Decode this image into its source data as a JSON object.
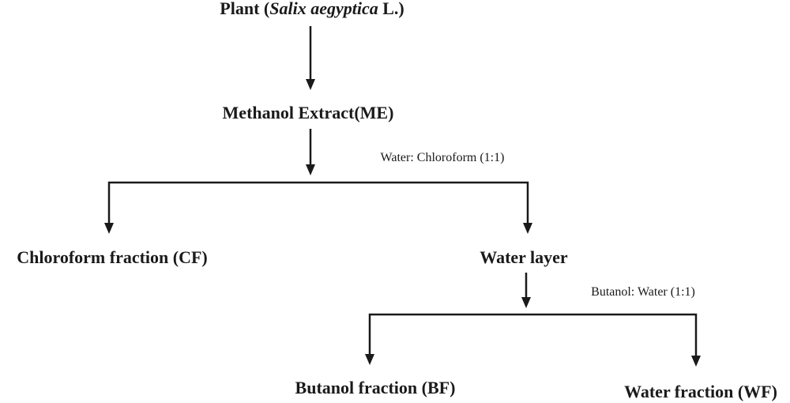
{
  "nodes": {
    "plant": {
      "prefix": "Plant (",
      "species": "Salix aegyptica",
      "suffix": " L.)"
    },
    "methanol_extract": "Methanol Extract(ME)",
    "chloroform_fraction": "Chloroform fraction (CF)",
    "water_layer": "Water layer",
    "butanol_fraction": "Butanol fraction (BF)",
    "water_fraction": "Water fraction (WF)"
  },
  "solvents": {
    "first_partition": "Water: Chloroform (1:1)",
    "second_partition": "Butanol: Water (1:1)"
  }
}
